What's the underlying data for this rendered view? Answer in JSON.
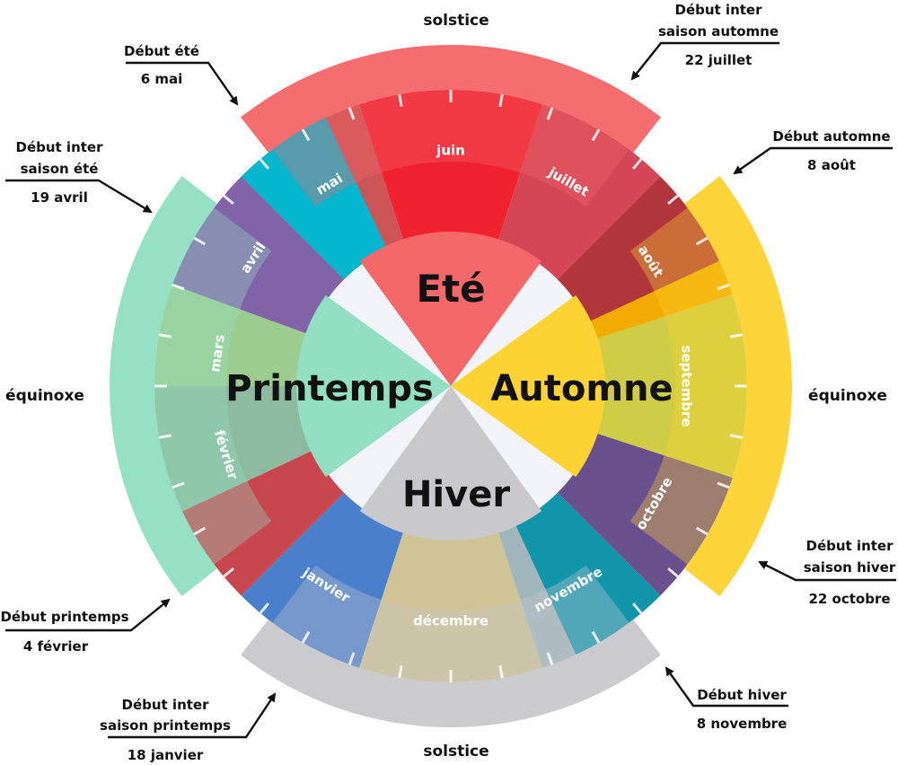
{
  "colors": {
    "ete": "#f4686a",
    "automne": "#fdd334",
    "hiver": "#c9c9cd",
    "printemps": "#93dfc3",
    "center": "#f3f4fa"
  },
  "seasons": {
    "ete": "Eté",
    "automne": "Automne",
    "hiver": "Hiver",
    "printemps": "Printemps"
  },
  "axes": {
    "solstice_top": "solstice",
    "solstice_bottom": "solstice",
    "equinoxe_left": "équinoxe",
    "equinoxe_right": "équinoxe"
  },
  "months": [
    {
      "name": "janvier",
      "color": "#4a7fcc"
    },
    {
      "name": "février",
      "color": "#8eba9f"
    },
    {
      "name": "mars",
      "color": "#9ccc8f"
    },
    {
      "name": "avril",
      "color": "#8163a8"
    },
    {
      "name": "mai",
      "color": "#cc5558"
    },
    {
      "name": "juin",
      "color": "#f0222f"
    },
    {
      "name": "juillet",
      "color": "#d44655"
    },
    {
      "name": "août",
      "color": "#f2ab00"
    },
    {
      "name": "septembre",
      "color": "#cecd45"
    },
    {
      "name": "octobre",
      "color": "#6a4f8d"
    },
    {
      "name": "novembre",
      "color": "#a1b5bc"
    },
    {
      "name": "décembre",
      "color": "#d0c496"
    }
  ],
  "callouts": {
    "debut_ete": {
      "line1": "Début été",
      "line2": "6 mai"
    },
    "debut_inter_automne": {
      "line1": "Début inter",
      "line2": "saison automne",
      "line3": "22 juillet"
    },
    "debut_automne": {
      "line1": "Début automne",
      "line2": "8 août"
    },
    "debut_inter_hiver": {
      "line1": "Début inter",
      "line2": "saison hiver",
      "line3": "22 octobre"
    },
    "debut_hiver": {
      "line1": "Début hiver",
      "line2": "8 novembre"
    },
    "debut_inter_printemps": {
      "line1": "Début inter",
      "line2": "saison printemps",
      "line3": "18 janvier"
    },
    "debut_printemps": {
      "line1": "Début printemps",
      "line2": "4 février"
    },
    "debut_inter_ete": {
      "line1": "Début inter",
      "line2": "saison été",
      "line3": "19 avril"
    }
  }
}
